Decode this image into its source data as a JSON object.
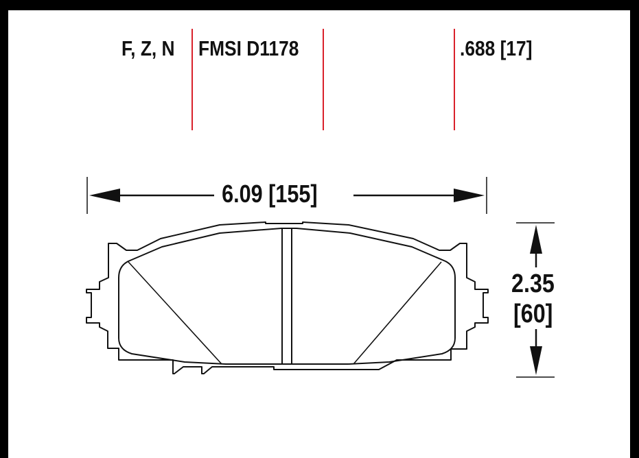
{
  "header": {
    "compounds": "F, Z, N",
    "fmsi": "FMSI D1178",
    "thickness": ".688 [17]"
  },
  "dimensions": {
    "width": "6.09 [155]",
    "height_in": "2.35",
    "height_mm": "[60]"
  },
  "colors": {
    "frame": "#000000",
    "background": "#ffffff",
    "separator": "#d9202a",
    "ink": "#111111"
  }
}
